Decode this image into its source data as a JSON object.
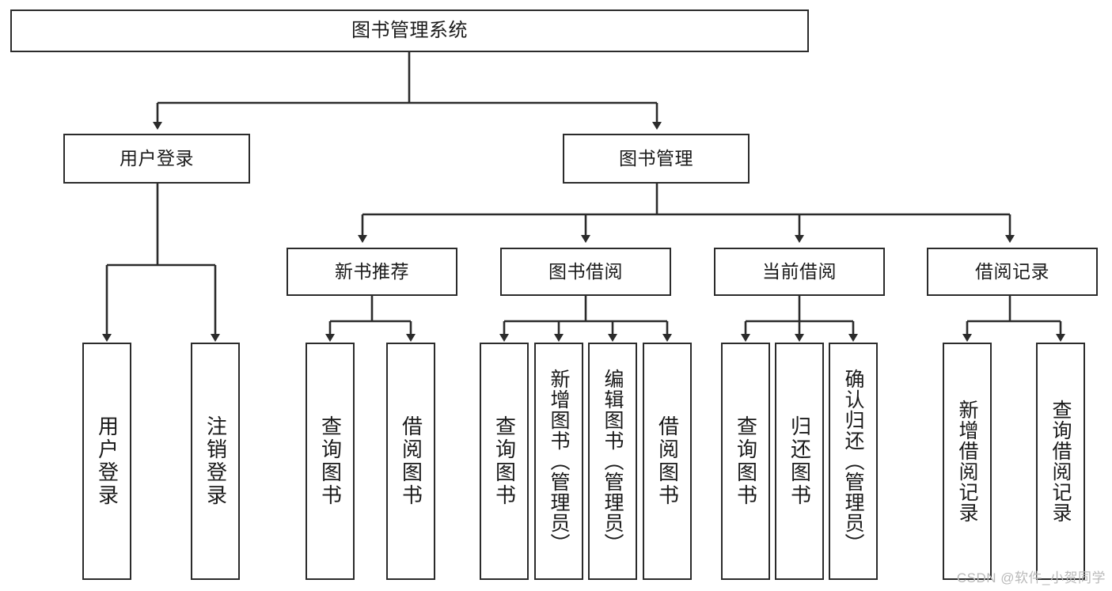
{
  "diagram": {
    "type": "tree-flowchart",
    "title": "图书管理系统",
    "orientation": "top-down",
    "colors": {
      "box_border": "#2b2b2b",
      "box_fill": "#ffffff",
      "edge": "#2b2b2b",
      "text": "#1a1a1a",
      "watermark": "#b9b9b9"
    },
    "nodes": {
      "root": {
        "label": "图书管理系统"
      },
      "level2": [
        {
          "id": "user-login",
          "label": "用户登录"
        },
        {
          "id": "book-manage",
          "label": "图书管理"
        }
      ],
      "level3": [
        {
          "id": "new-book-recommend",
          "label": "新书推荐"
        },
        {
          "id": "book-borrow",
          "label": "图书借阅"
        },
        {
          "id": "current-borrow",
          "label": "当前借阅"
        },
        {
          "id": "borrow-record",
          "label": "借阅记录"
        }
      ],
      "leaves": [
        {
          "id": "leaf-user-login",
          "label": "用户登录",
          "parent": "user-login"
        },
        {
          "id": "leaf-logout",
          "label": "注销登录",
          "parent": "user-login"
        },
        {
          "id": "leaf-query-book-1",
          "label": "查询图书",
          "parent": "new-book-recommend"
        },
        {
          "id": "leaf-borrow-book-1",
          "label": "借阅图书",
          "parent": "new-book-recommend"
        },
        {
          "id": "leaf-query-book-2",
          "label": "查询图书",
          "parent": "book-borrow"
        },
        {
          "id": "leaf-add-book",
          "label": "新增图书（管理员）",
          "parent": "book-borrow"
        },
        {
          "id": "leaf-edit-book",
          "label": "编辑图书（管理员）",
          "parent": "book-borrow"
        },
        {
          "id": "leaf-borrow-book-2",
          "label": "借阅图书",
          "parent": "book-borrow"
        },
        {
          "id": "leaf-query-book-3",
          "label": "查询图书",
          "parent": "current-borrow"
        },
        {
          "id": "leaf-return-book",
          "label": "归还图书",
          "parent": "current-borrow"
        },
        {
          "id": "leaf-confirm-return",
          "label": "确认归还（管理员）",
          "parent": "current-borrow"
        },
        {
          "id": "leaf-add-record",
          "label": "新增借阅记录",
          "parent": "borrow-record"
        },
        {
          "id": "leaf-query-record",
          "label": "查询借阅记录",
          "parent": "borrow-record"
        }
      ]
    }
  },
  "watermark": {
    "text": "CSDN @软件_小贺同学"
  }
}
